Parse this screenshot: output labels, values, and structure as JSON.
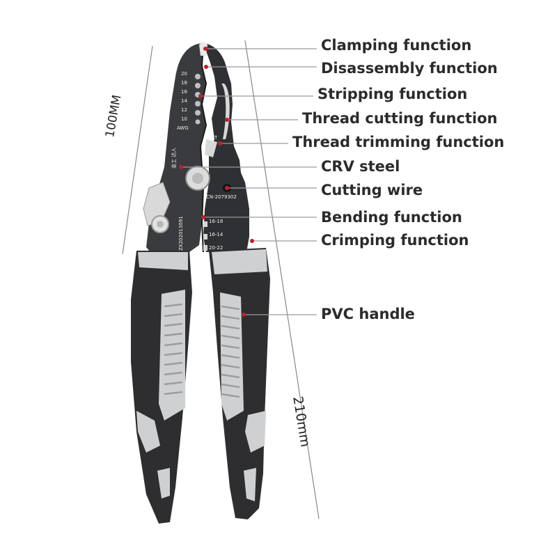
{
  "callouts": [
    {
      "label": "Clamping function"
    },
    {
      "label": "Disassembly function"
    },
    {
      "label": "Stripping function"
    },
    {
      "label": "Thread cutting function"
    },
    {
      "label": "Thread trimming function"
    },
    {
      "label": "CRV steel"
    },
    {
      "label": "Cutting wire"
    },
    {
      "label": "Bending function"
    },
    {
      "label": "Crimping function"
    },
    {
      "label": "PVC handle"
    }
  ],
  "dimensions": {
    "head_length": "100MM",
    "total_length": "210mm"
  },
  "tool_markings": {
    "awg_sizes": [
      "20",
      "18",
      "16",
      "14",
      "12",
      "10"
    ],
    "awg_label": "AWG",
    "cut_label": "CUT",
    "brand": "金工 达人",
    "model": "CN-2079302",
    "crimp_sizes": [
      "16-18",
      "16-14",
      "20-22"
    ],
    "serial": "ZX202013091"
  },
  "colors": {
    "handle_dark": "#2e2e30",
    "handle_light": "#cfd0d2",
    "steel": "#3a3b3e",
    "leader_line": "#9a9a9a",
    "callout_dot": "#c0202a"
  }
}
